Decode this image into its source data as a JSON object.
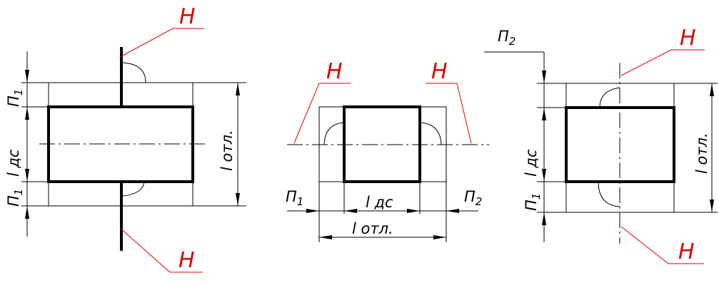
{
  "labels": {
    "marker_h": "H",
    "p": "П",
    "p_sub_1": "1",
    "p_sub_2": "2",
    "l_ds": "l дс",
    "l_otl": "l отл."
  },
  "colors": {
    "line": "#000000",
    "marker": "#e00000"
  }
}
